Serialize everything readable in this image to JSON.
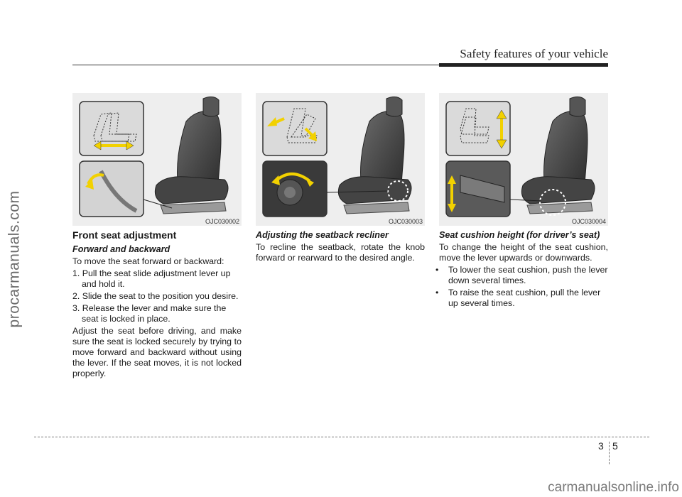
{
  "header": {
    "title": "Safety features of your vehicle"
  },
  "watermarks": {
    "side": "procarmanuals.com",
    "bottom": "carmanualsonline.info"
  },
  "images": [
    {
      "code": "OJC030002",
      "icon": "seat-slide-illustration"
    },
    {
      "code": "OJC030003",
      "icon": "seat-recline-illustration"
    },
    {
      "code": "OJC030004",
      "icon": "seat-height-illustration"
    }
  ],
  "col1": {
    "heading": "Front seat adjustment",
    "subheading": "Forward and backward",
    "intro": "To move the seat forward or backward:",
    "steps": [
      "1. Pull the seat slide adjustment lever up and hold it.",
      "2. Slide the seat to the position you desire.",
      "3. Release the lever and make sure the seat is locked in place."
    ],
    "note": "Adjust the seat before driving, and make sure the seat is locked securely by trying to move forward and backward without using the lever. If the seat moves, it is not locked properly."
  },
  "col2": {
    "subheading": "Adjusting the seatback recliner",
    "body": "To recline the seatback, rotate the knob forward or rearward to the desired angle."
  },
  "col3": {
    "subheading": "Seat cushion height (for driver’s seat)",
    "body": "To change the height of the seat cushion, move the lever upwards or downwards.",
    "bullets": [
      "To lower the seat cushion, push the lever down several times.",
      "To raise the seat cushion, pull the lever up several times."
    ]
  },
  "page": {
    "chapter": "3",
    "number": "5"
  },
  "colors": {
    "arrow": "#f2d100",
    "seat_dark": "#3a3a3a",
    "panel_bg": "#eeeeee"
  }
}
